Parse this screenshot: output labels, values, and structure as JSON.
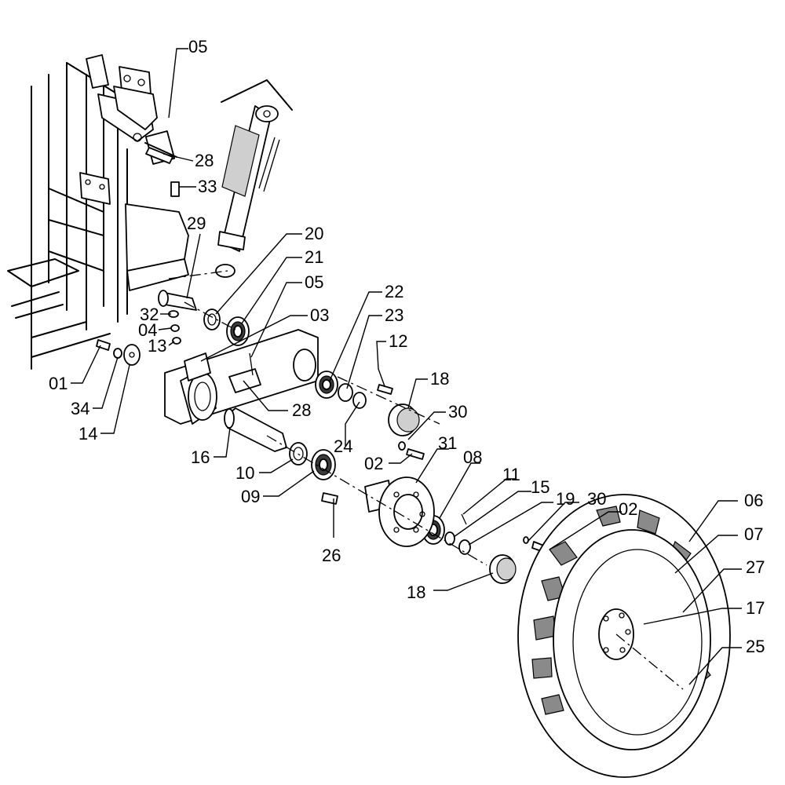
{
  "callouts": [
    {
      "id": "c05a",
      "label": "05"
    },
    {
      "id": "c28a",
      "label": "28"
    },
    {
      "id": "c33",
      "label": "33"
    },
    {
      "id": "c29",
      "label": "29"
    },
    {
      "id": "c20",
      "label": "20"
    },
    {
      "id": "c21",
      "label": "21"
    },
    {
      "id": "c05b",
      "label": "05"
    },
    {
      "id": "c03",
      "label": "03"
    },
    {
      "id": "c22",
      "label": "22"
    },
    {
      "id": "c23",
      "label": "23"
    },
    {
      "id": "c12",
      "label": "12"
    },
    {
      "id": "c18a",
      "label": "18"
    },
    {
      "id": "c30a",
      "label": "30"
    },
    {
      "id": "c32",
      "label": "32"
    },
    {
      "id": "c04",
      "label": "04"
    },
    {
      "id": "c13",
      "label": "13"
    },
    {
      "id": "c01",
      "label": "01"
    },
    {
      "id": "c34",
      "label": "34"
    },
    {
      "id": "c14",
      "label": "14"
    },
    {
      "id": "c28b",
      "label": "28"
    },
    {
      "id": "c24",
      "label": "24"
    },
    {
      "id": "c02a",
      "label": "02"
    },
    {
      "id": "c16",
      "label": "16"
    },
    {
      "id": "c10",
      "label": "10"
    },
    {
      "id": "c09",
      "label": "09"
    },
    {
      "id": "c31",
      "label": "31"
    },
    {
      "id": "c08",
      "label": "08"
    },
    {
      "id": "c11",
      "label": "11"
    },
    {
      "id": "c15",
      "label": "15"
    },
    {
      "id": "c19",
      "label": "19"
    },
    {
      "id": "c30b",
      "label": "30"
    },
    {
      "id": "c02b",
      "label": "02"
    },
    {
      "id": "c06",
      "label": "06"
    },
    {
      "id": "c07",
      "label": "07"
    },
    {
      "id": "c26",
      "label": "26"
    },
    {
      "id": "c27",
      "label": "27"
    },
    {
      "id": "c17",
      "label": "17"
    },
    {
      "id": "c18b",
      "label": "18"
    },
    {
      "id": "c25",
      "label": "25"
    }
  ]
}
